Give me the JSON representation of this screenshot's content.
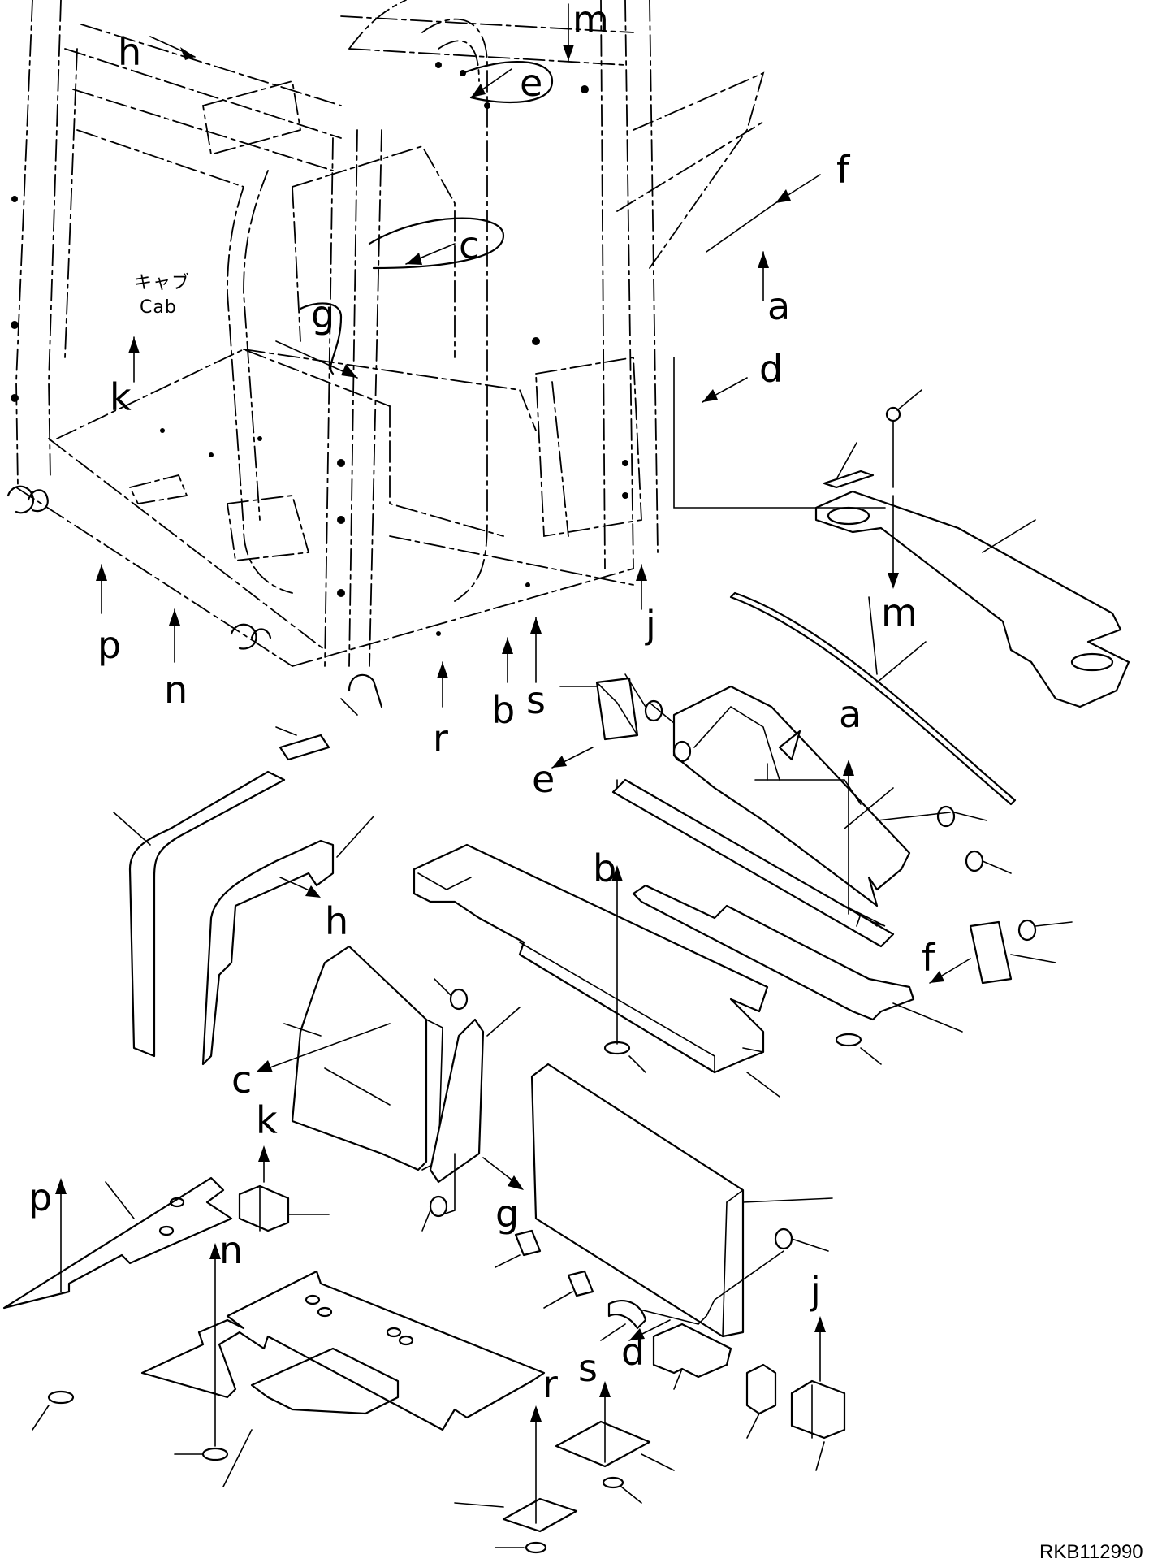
{
  "diagram": {
    "cab_label_jp": "キャブ",
    "cab_label_en": "Cab",
    "drawing_code": "RKB112990",
    "callouts": {
      "a": "a",
      "b": "b",
      "c": "c",
      "d": "d",
      "e": "e",
      "f": "f",
      "g": "g",
      "h": "h",
      "j": "j",
      "k": "k",
      "m": "m",
      "n": "n",
      "p": "p",
      "r": "r",
      "s": "s"
    }
  }
}
